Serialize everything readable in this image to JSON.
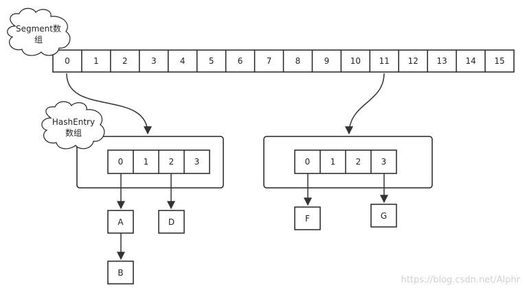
{
  "segment_cloud": {
    "line1": "Segment数",
    "line2": "组"
  },
  "hashentry_cloud": {
    "line1": "HashEntry",
    "line2": "数组"
  },
  "segment_indices": [
    "0",
    "1",
    "2",
    "3",
    "4",
    "5",
    "6",
    "7",
    "8",
    "9",
    "10",
    "11",
    "12",
    "13",
    "14",
    "15"
  ],
  "hash_table_left": {
    "indices": [
      "0",
      "1",
      "2",
      "3"
    ]
  },
  "hash_table_right": {
    "indices": [
      "0",
      "1",
      "2",
      "3"
    ]
  },
  "nodes": {
    "a": "A",
    "b": "B",
    "d": "D",
    "f": "F",
    "g": "G"
  },
  "watermark": "https://blog.csdn.net/Alphr"
}
